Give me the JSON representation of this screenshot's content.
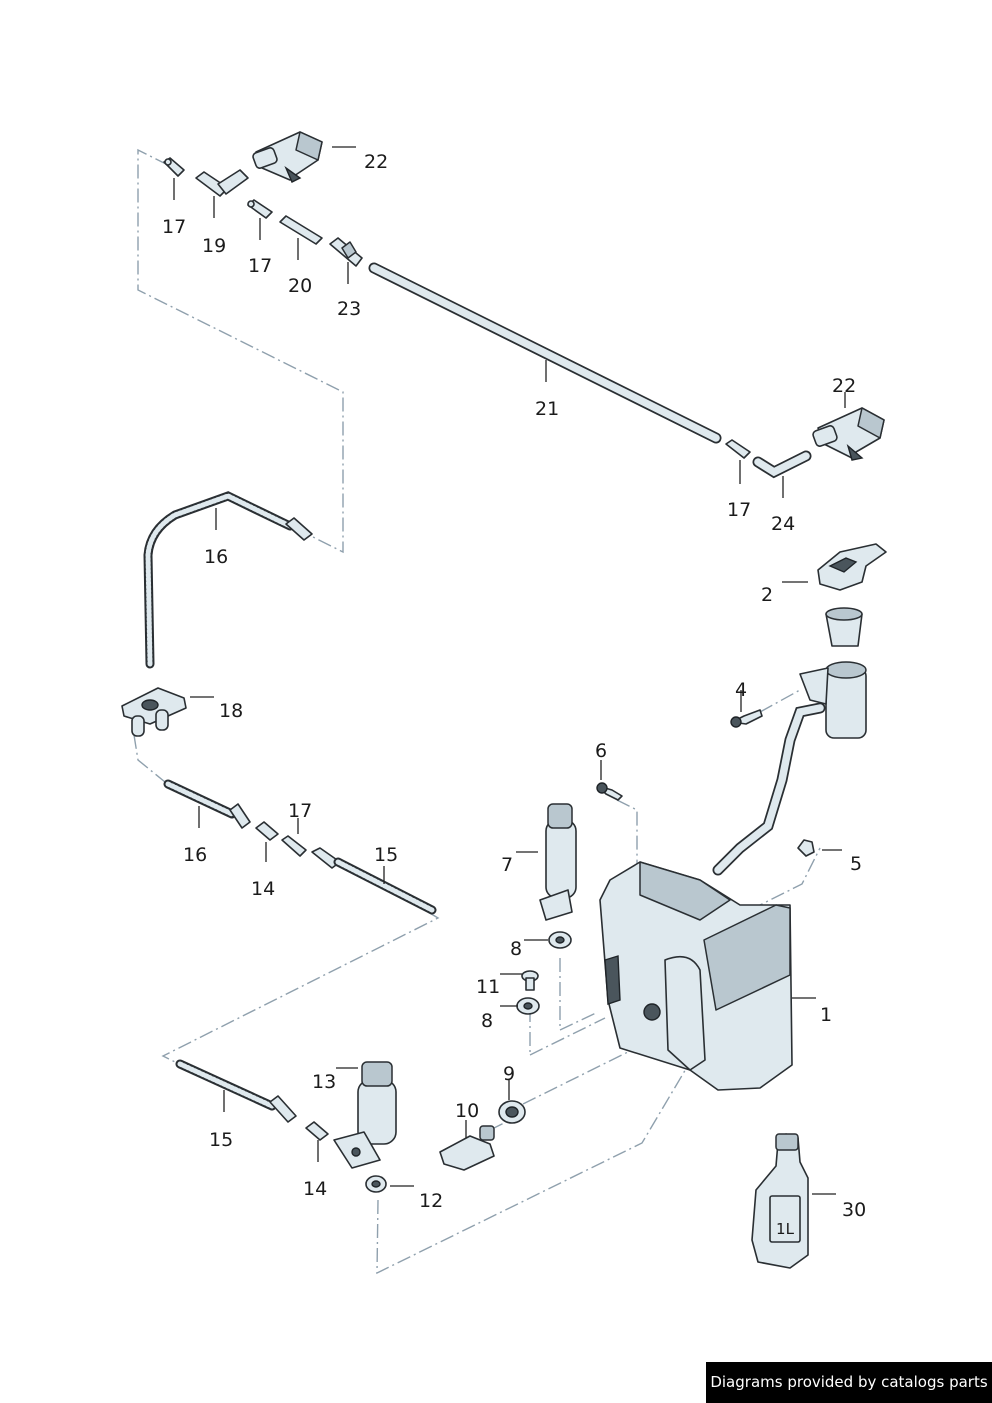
{
  "callouts": [
    {
      "id": "c22a",
      "text": "22"
    },
    {
      "id": "c17a",
      "text": "17"
    },
    {
      "id": "c19",
      "text": "19"
    },
    {
      "id": "c17b",
      "text": "17"
    },
    {
      "id": "c20",
      "text": "20"
    },
    {
      "id": "c23",
      "text": "23"
    },
    {
      "id": "c21",
      "text": "21"
    },
    {
      "id": "c22b",
      "text": "22"
    },
    {
      "id": "c17c",
      "text": "17"
    },
    {
      "id": "c24",
      "text": "24"
    },
    {
      "id": "c16a",
      "text": "16"
    },
    {
      "id": "c2",
      "text": "2"
    },
    {
      "id": "c18",
      "text": "18"
    },
    {
      "id": "c4",
      "text": "4"
    },
    {
      "id": "c6",
      "text": "6"
    },
    {
      "id": "c17d",
      "text": "17"
    },
    {
      "id": "c16b",
      "text": "16"
    },
    {
      "id": "c15a",
      "text": "15"
    },
    {
      "id": "c7",
      "text": "7"
    },
    {
      "id": "c5",
      "text": "5"
    },
    {
      "id": "c14a",
      "text": "14"
    },
    {
      "id": "c8a",
      "text": "8"
    },
    {
      "id": "c11",
      "text": "11"
    },
    {
      "id": "c1",
      "text": "1"
    },
    {
      "id": "c8b",
      "text": "8"
    },
    {
      "id": "c9",
      "text": "9"
    },
    {
      "id": "c13",
      "text": "13"
    },
    {
      "id": "c10",
      "text": "10"
    },
    {
      "id": "c15b",
      "text": "15"
    },
    {
      "id": "c14b",
      "text": "14"
    },
    {
      "id": "c12",
      "text": "12"
    },
    {
      "id": "c30",
      "text": "30"
    }
  ],
  "bottle_label": "1L",
  "credit": "Diagrams provided by catalogs parts"
}
